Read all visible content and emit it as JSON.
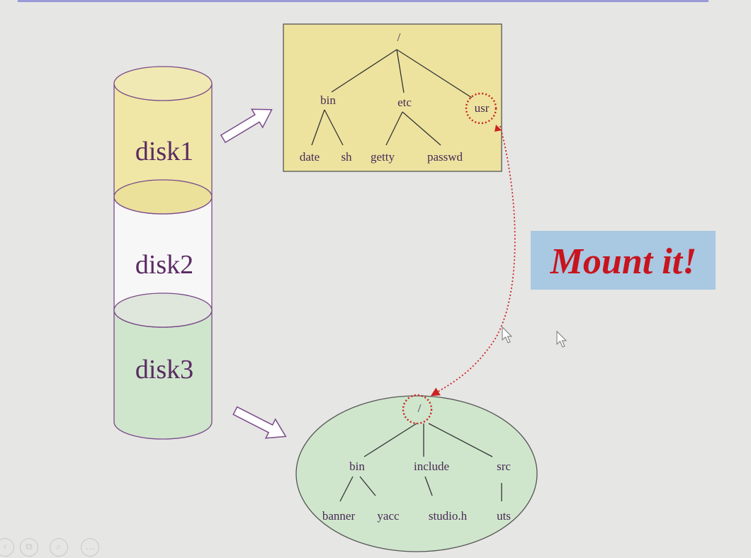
{
  "disks": [
    {
      "label": "disk1",
      "color": "#f0e7a6"
    },
    {
      "label": "disk2",
      "color": "#f7f7f7"
    },
    {
      "label": "disk3",
      "color": "#cfe6cc"
    }
  ],
  "top_tree": {
    "root": "/",
    "fill": "#ede39e",
    "children": [
      {
        "label": "bin",
        "children": [
          "date",
          "sh"
        ]
      },
      {
        "label": "etc",
        "children": [
          "getty",
          "passwd"
        ]
      },
      {
        "label": "usr",
        "children": []
      }
    ]
  },
  "bottom_tree": {
    "root": "/",
    "fill": "#cfe6cc",
    "children": [
      {
        "label": "bin",
        "children": [
          "banner",
          "yacc"
        ]
      },
      {
        "label": "include",
        "children": [
          "studio.h"
        ]
      },
      {
        "label": "src",
        "children": [
          "uts"
        ]
      }
    ]
  },
  "callout": {
    "text": "Mount it!",
    "bg_color": "#a9c8e1",
    "text_color": "#c8141e"
  },
  "colors": {
    "background": "#e6e6e4",
    "top_rule": "#9a9ad8",
    "link": "#cc2222",
    "disk_outline": "#7a4a8a"
  },
  "icons": {
    "cursor": "mouse-pointer-icon",
    "controls": [
      "previous-icon",
      "copy-icon",
      "zoom-icon",
      "more-icon"
    ]
  }
}
